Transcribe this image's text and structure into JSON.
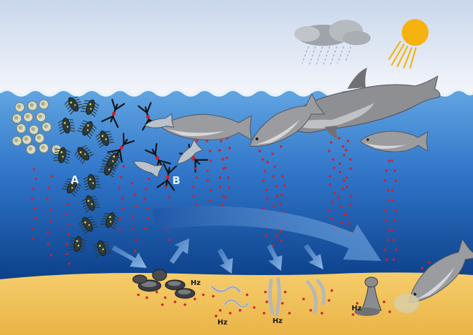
{
  "labels": {
    "group_a": "A",
    "group_b": "B",
    "hz_bivalves": "Hz",
    "hz_worm": "Hz",
    "hz_tubeworm": "Hz",
    "hz_sponge": "Hz"
  },
  "colors": {
    "sky_top": "#c9d7ec",
    "sky_bottom": "#f4f6fb",
    "water_top": "#4f97da",
    "water_bottom": "#0c3f88",
    "sediment": "#f2c25a",
    "contaminant_dot": "#d0202c",
    "sun": "#f6b20e",
    "flow_arrow": "#2f6fc0"
  },
  "icons": [
    "cloud-icon",
    "rain-icon",
    "sun-icon",
    "fish-icon",
    "dolphin-icon",
    "bivalve-icon",
    "worm-icon",
    "sponge-icon",
    "zooplankton-icon"
  ]
}
